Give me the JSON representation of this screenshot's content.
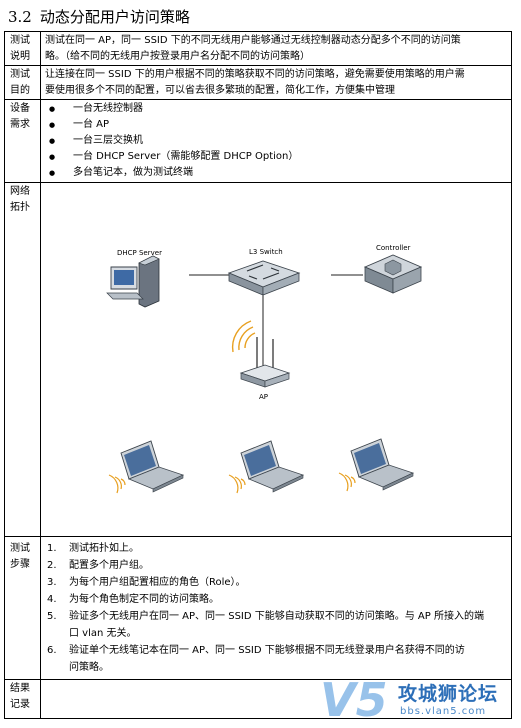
{
  "section": {
    "number": "3.2",
    "title": "动态分配用户访问策略"
  },
  "rows": {
    "desc": {
      "label": [
        "测试",
        "说明"
      ],
      "lines": [
        "测试在同一 AP，同一 SSID 下的不同无线用户能够通过无线控制器动态分配多个不同的访问策",
        "略。（给不同的无线用户按登录用户名分配不同的访问策略）"
      ]
    },
    "purpose": {
      "label": [
        "测试",
        "目的"
      ],
      "lines": [
        "让连接在同一 SSID 下的用户根据不同的策略获取不同的访问策略，避免需要使用策略的用户需",
        "要使用很多个不同的配置，可以省去很多繁琐的配置，简化工作，方便集中管理"
      ]
    },
    "equipment": {
      "label": [
        "设备",
        "需求"
      ],
      "items": [
        "一台无线控制器",
        "一台 AP",
        "一台三层交换机",
        "一台 DHCP Server（需能够配置 DHCP Option）",
        "多台笔记本，做为测试终端"
      ]
    },
    "topology": {
      "label": [
        "网络",
        "拓扑"
      ],
      "nodes": {
        "dhcp": "DHCP Server",
        "switch": "L3 Switch",
        "controller": "Controller",
        "ap": "AP"
      }
    },
    "steps": {
      "label": [
        "测试",
        "步骤"
      ],
      "items": [
        {
          "n": "1.",
          "text": "测试拓扑如上。"
        },
        {
          "n": "2.",
          "text": "配置多个用户组。"
        },
        {
          "n": "3.",
          "text": "为每个用户组配置相应的角色（Role）。"
        },
        {
          "n": "4.",
          "text": "为每个角色制定不同的访问策略。"
        },
        {
          "n": "5.",
          "text": "验证多个无线用户在同一 AP、同一 SSID 下能够自动获取不同的访问策略。与 AP 所接入的端",
          "cont": "口 vlan 无关。"
        },
        {
          "n": "6.",
          "text": "验证单个无线笔记本在同一 AP、同一 SSID 下能够根据不同无线登录用户名获得不同的访",
          "cont": "问策略。"
        }
      ]
    },
    "result": {
      "label": [
        "结果",
        "记录"
      ]
    }
  },
  "watermark": {
    "mark": "V5",
    "name": "攻城狮论坛",
    "url": "bbs.vlan5.com"
  }
}
